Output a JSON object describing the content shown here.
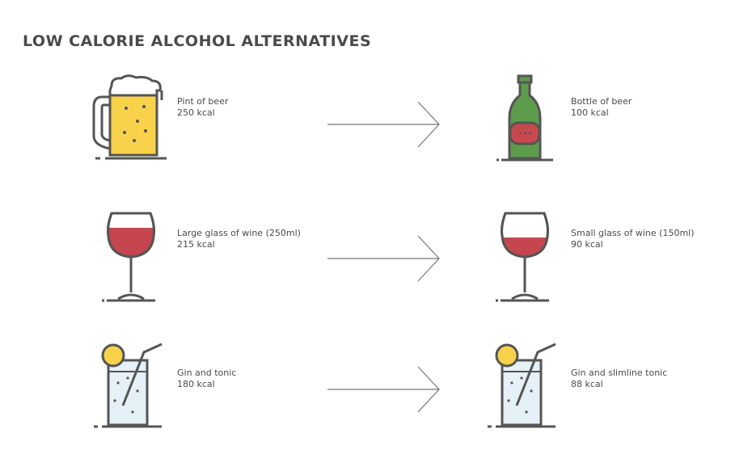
{
  "title": "LOW CALORIE ALCOHOL ALTERNATIVES",
  "colors": {
    "outline": "#555555",
    "beer": "#f8d24a",
    "bottle_green": "#5d9c4c",
    "bottle_label": "#c8484e",
    "wine": "#c5464e",
    "lemon": "#f8d24a",
    "tonic": "#e6f0f7",
    "arrow": "#777777"
  },
  "rows": [
    {
      "before": {
        "icon": "beer-mug-icon",
        "name": "Pint of beer",
        "kcal": "250 kcal"
      },
      "after": {
        "icon": "beer-bottle-icon",
        "name": "Bottle of beer",
        "kcal": "100 kcal"
      }
    },
    {
      "before": {
        "icon": "wine-glass-full-icon",
        "name": "Large glass of wine (250ml)",
        "kcal": "215 kcal"
      },
      "after": {
        "icon": "wine-glass-small-icon",
        "name": "Small glass of wine (150ml)",
        "kcal": "90 kcal"
      }
    },
    {
      "before": {
        "icon": "gin-tonic-icon",
        "name": "Gin and tonic",
        "kcal": "180 kcal"
      },
      "after": {
        "icon": "gin-slimline-tonic-icon",
        "name": "Gin and slimline tonic",
        "kcal": "88 kcal"
      }
    }
  ]
}
